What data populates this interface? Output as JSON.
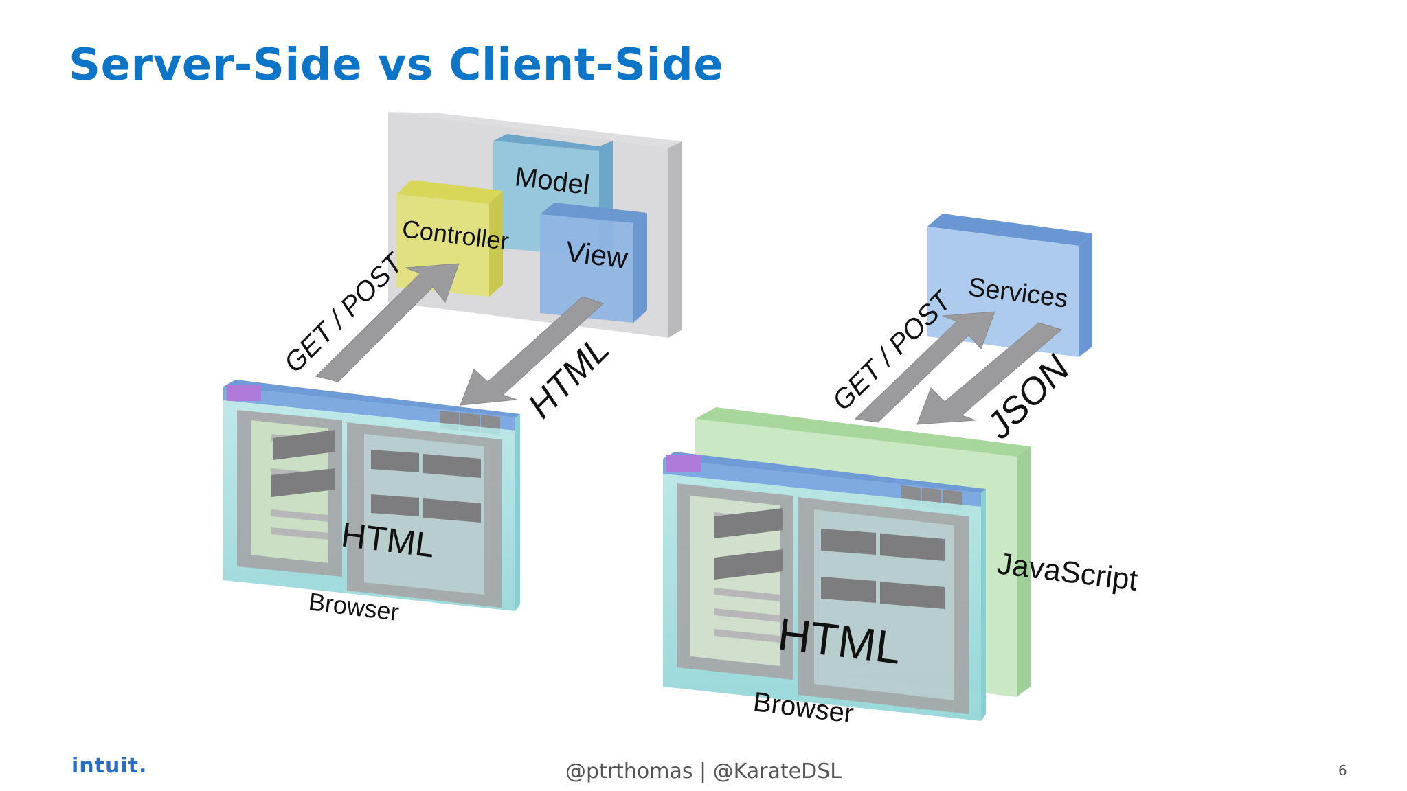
{
  "slide": {
    "title": "Server-Side vs Client-Side",
    "footer": {
      "logo": "intuit.",
      "credit": "@ptrthomas | @KarateDSL",
      "page_number": "6"
    }
  },
  "server_side": {
    "server_components": [
      "Model",
      "Controller",
      "View"
    ],
    "request_label": "GET / POST",
    "response_label": "HTML",
    "client_content": "HTML",
    "client_container": "Browser"
  },
  "client_side": {
    "server_component": "Services",
    "request_label": "GET / POST",
    "response_label": "JSON",
    "runtime_layer": "JavaScript",
    "client_content": "HTML",
    "client_container": "Browser"
  },
  "colors": {
    "title": "#0d75c8",
    "server_box": "#c9c9cc",
    "model": "#8fc4dd",
    "controller": "#e3e27a",
    "view": "#8fb5e3",
    "services": "#a9c8ec",
    "javascript": "#b9e0b0",
    "browser_body": "#a8e0e0",
    "browser_bar": "#7ea9e1",
    "arrow": "#9b9b9d"
  }
}
